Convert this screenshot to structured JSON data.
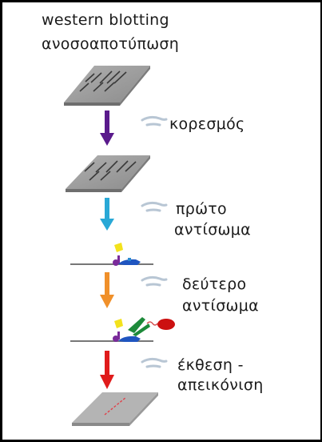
{
  "title": {
    "line1": "western blotting",
    "line2": "ανοσοαποτύπωση"
  },
  "steps": [
    {
      "label_lines": [
        "κορεσμός"
      ],
      "arrow_color": "#5a1a8c",
      "icon": "hand-pointer-icon"
    },
    {
      "label_lines": [
        "πρώτο",
        "αντίσωμα"
      ],
      "arrow_color": "#29a8d6",
      "icon": "hand-pointer-icon"
    },
    {
      "label_lines": [
        "δεύτερο",
        "αντίσωμα"
      ],
      "arrow_color": "#f0902a",
      "icon": "hand-pointer-icon"
    },
    {
      "label_lines": [
        "έκθεση -",
        "απεικόνιση"
      ],
      "arrow_color": "#e01b1b",
      "icon": "hand-pointer-icon"
    }
  ],
  "colors": {
    "membrane_top": "#9a9a9a",
    "membrane_side": "#6e6e6e",
    "band": "#3a3a3a",
    "signal_band": "#e0424a",
    "antigen_yellow": "#f3e21c",
    "antigen_purple": "#7a2a9a",
    "primary_antibody_blue": "#1f55c0",
    "secondary_antibody_green": "#1d8a3a",
    "enzyme_red": "#cc1010"
  }
}
